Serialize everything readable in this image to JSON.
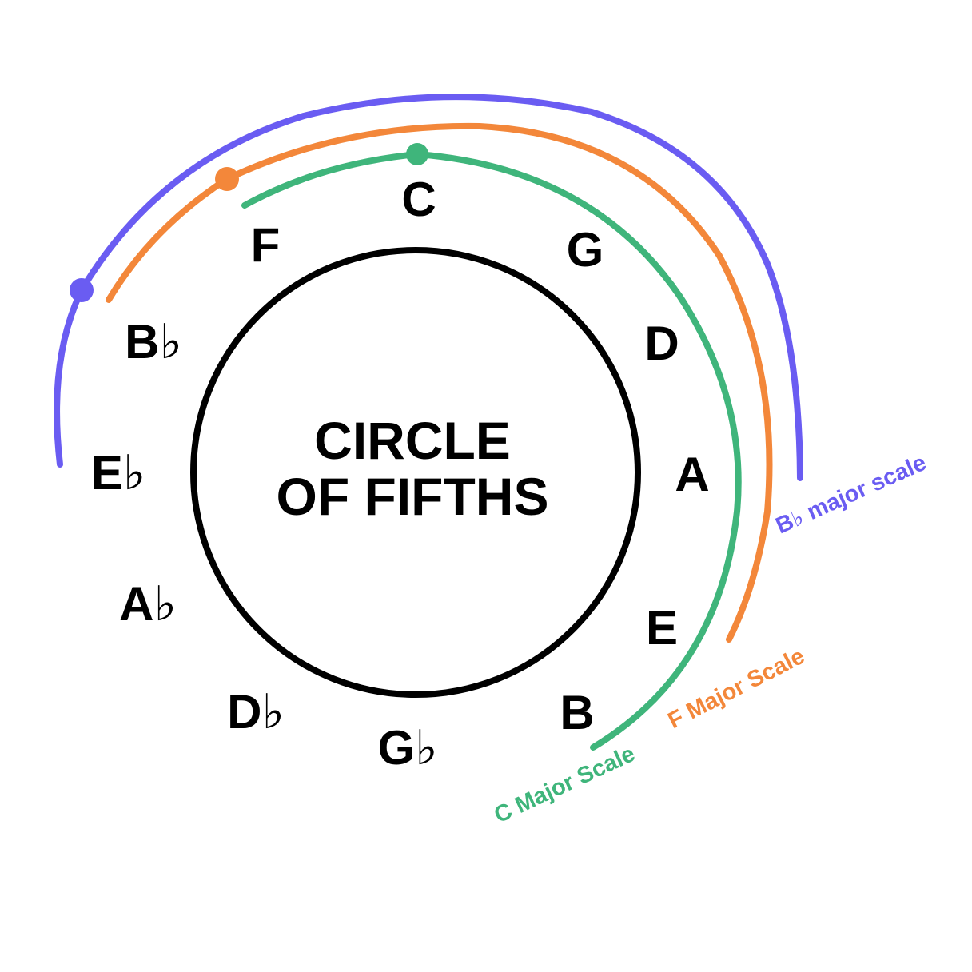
{
  "title": {
    "line1": "CIRCLE",
    "line2": "OF FIFTHS"
  },
  "notes": [
    "C",
    "G",
    "D",
    "A",
    "E",
    "B",
    "G♭",
    "D♭",
    "A♭",
    "E♭",
    "B♭",
    "F"
  ],
  "scales": [
    {
      "label": "C Major Scale",
      "color": "#3fb57b",
      "start_note": "C"
    },
    {
      "label": "F Major Scale",
      "color": "#f3873a",
      "start_note": "F"
    },
    {
      "label": "B♭ major scale",
      "color": "#6a5cf2",
      "start_note": "B♭"
    }
  ],
  "colors": {
    "ring": "#000000",
    "text": "#000000",
    "background": "#ffffff"
  }
}
